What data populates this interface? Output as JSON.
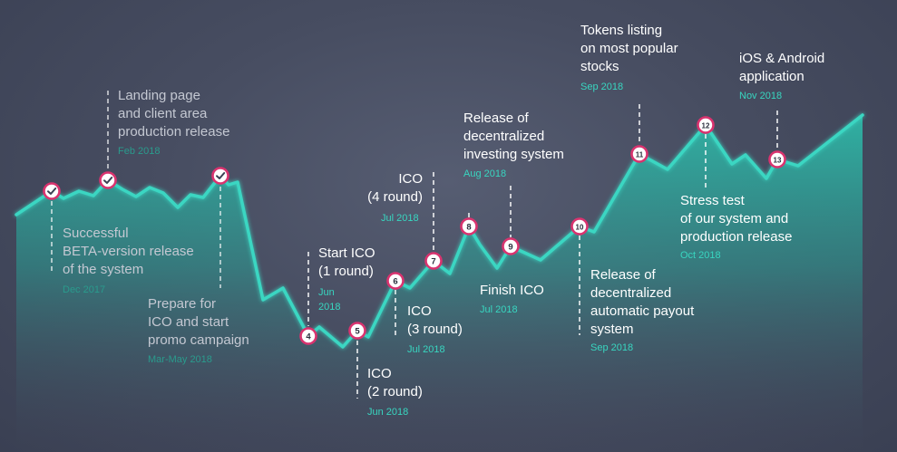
{
  "colors": {
    "line": "#3bd6c2",
    "fill_top": "#2fb7a7",
    "marker_ring": "#d9336f",
    "marker_fill": "#ffffff",
    "connector": "#ffffff",
    "text": "#ffffff",
    "text_muted": "#c4c8d2",
    "date": "#38d6c0",
    "date_muted": "#2a9b8d"
  },
  "milestones": [
    {
      "marker": "check",
      "title": "Successful\nBETA-version release\nof the system",
      "date": "Dec 2017",
      "completed": true
    },
    {
      "marker": "check",
      "title": "Landing page\nand client area\nproduction release",
      "date": "Feb 2018",
      "completed": true
    },
    {
      "marker": "check",
      "title": "Prepare for\nICO and start\npromo campaign",
      "date": "Mar-May 2018",
      "completed": true
    },
    {
      "marker": "4",
      "title": "Start ICO\n(1 round)",
      "date": "Jun\n2018",
      "completed": false
    },
    {
      "marker": "5",
      "title": "ICO\n(2 round)",
      "date": "Jun 2018",
      "completed": false
    },
    {
      "marker": "6",
      "title": "ICO\n(3 round)",
      "date": "Jul 2018",
      "completed": false
    },
    {
      "marker": "7",
      "title": "ICO\n(4 round)",
      "date": "Jul 2018",
      "completed": false
    },
    {
      "marker": "8",
      "title": "Release of\ndecentralized\ninvesting system",
      "date": "Aug 2018",
      "completed": false
    },
    {
      "marker": "9",
      "title": "Finish ICO",
      "date": "Jul 2018",
      "completed": false
    },
    {
      "marker": "10",
      "title": "Release of\ndecentralized\nautomatic payout\nsystem",
      "date": "Sep 2018",
      "completed": false
    },
    {
      "marker": "11",
      "title": "Tokens listing\non most popular\nstocks",
      "date": "Sep 2018",
      "completed": false
    },
    {
      "marker": "12",
      "title": "Stress test\nof our system and\nproduction release",
      "date": "Oct 2018",
      "completed": false
    },
    {
      "marker": "13",
      "title": "iOS & Android\napplication",
      "date": "Nov 2018",
      "completed": false
    }
  ]
}
